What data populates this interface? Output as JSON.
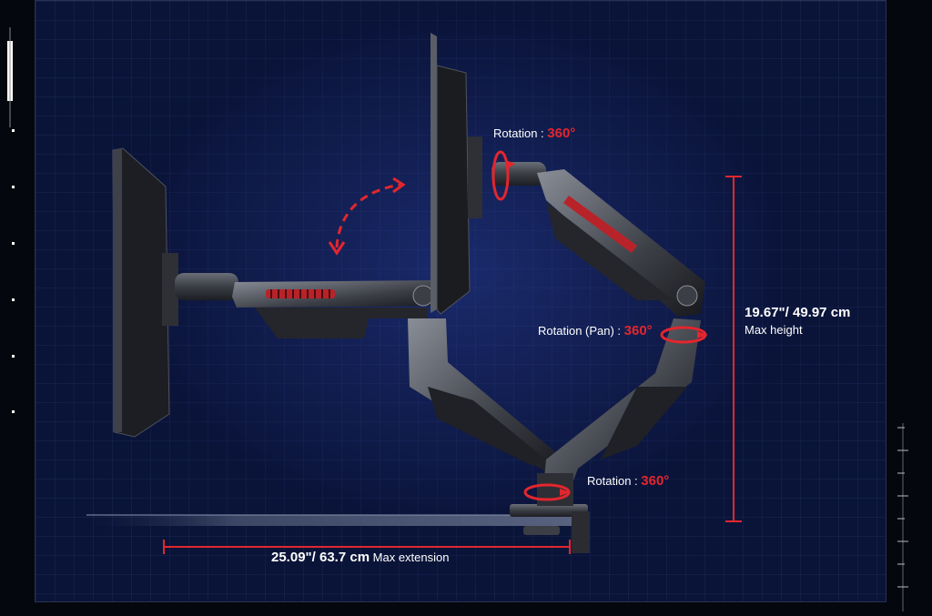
{
  "rotation_top": {
    "label": "Rotation : ",
    "value": "360°"
  },
  "rotation_pan": {
    "label": "Rotation (Pan) : ",
    "value": "360°"
  },
  "rotation_base": {
    "label": "Rotation : ",
    "value": "360°"
  },
  "max_height": {
    "value": "19.67\"/ 49.97 cm",
    "label": "Max height"
  },
  "max_extension": {
    "value": "25.09\"/ 63.7 cm",
    "label": "Max extension"
  },
  "colors": {
    "accent_red": "#e3262e",
    "background_navy": "#0a1438",
    "frame": "#05070e"
  },
  "icons": [
    "rotation-arrow-icon",
    "swing-arrow-icon"
  ]
}
